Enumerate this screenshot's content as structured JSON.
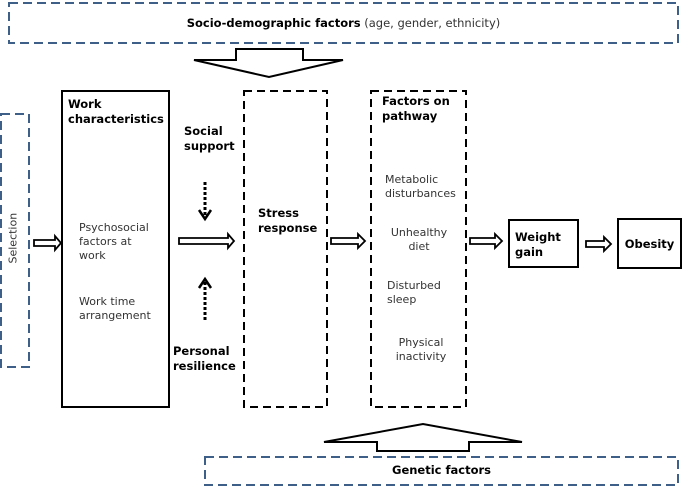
{
  "top_factor": {
    "bold_label": "Socio-demographic factors",
    "detail": " (age, gender, ethnicity)"
  },
  "selection": {
    "label": "Selection"
  },
  "work_characteristics": {
    "title": "Work characteristics",
    "items": [
      "Psychosocial factors at work",
      "Work time arrangement"
    ]
  },
  "modifiers": {
    "social_support": "Social support",
    "personal_resilience": "Personal resilience"
  },
  "stress_response": {
    "title": "Stress response"
  },
  "pathway": {
    "title": "Factors on pathway",
    "items": [
      "Metabolic disturbances",
      "Unhealthy diet",
      "Disturbed sleep",
      "Physical inactivity"
    ]
  },
  "weight_gain": {
    "title": "Weight gain"
  },
  "obesity": {
    "title": "Obesity"
  },
  "bottom_factor": {
    "label": "Genetic factors"
  },
  "colors": {
    "confounder_border": "#3d5f88",
    "main_border": "#000000"
  }
}
